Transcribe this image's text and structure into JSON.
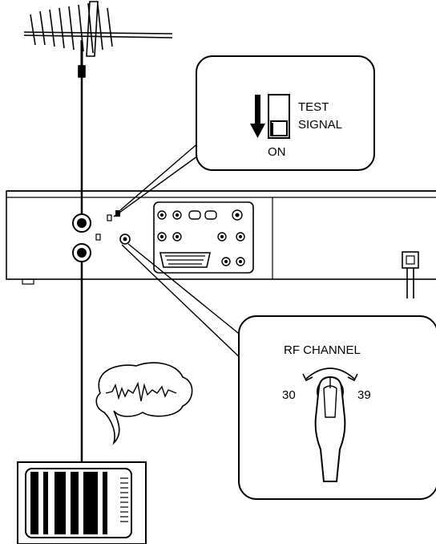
{
  "callout_switch": {
    "label_line1": "TEST",
    "label_line2": "SIGNAL",
    "state_label": "ON"
  },
  "callout_rf": {
    "title": "RF CHANNEL",
    "min_label": "30",
    "max_label": "39"
  },
  "icons": {
    "antenna": "antenna-icon",
    "tv": "tv-icon",
    "screwdriver": "screwdriver-icon",
    "signal": "waveform-speech-bubble"
  },
  "colors": {
    "ink": "#000000",
    "paper": "#ffffff"
  }
}
